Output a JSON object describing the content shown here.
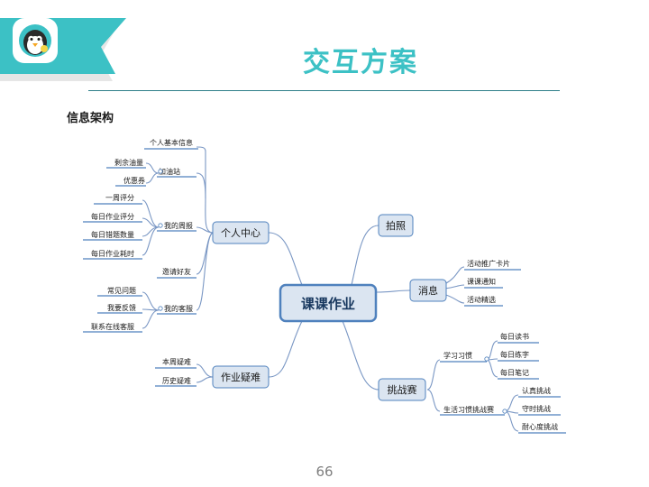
{
  "header": {
    "title": "交互方案",
    "section": "信息架构",
    "page_number": "66"
  },
  "mindmap": {
    "root": "课课作业",
    "nodes": {
      "personal_center": "个人中心",
      "basic_info": "个人基本信息",
      "gas_station": "加油站",
      "remaining_oil": "剩余油量",
      "coupon": "优惠券",
      "weekly_report": "我的周报",
      "weekly_score": "一周评分",
      "daily_hw_score": "每日作业评分",
      "daily_wrong_count": "每日错题数量",
      "daily_hw_time": "每日作业耗时",
      "invite_friends": "邀请好友",
      "customer_service": "我的客服",
      "faq": "常见问题",
      "feedback": "我要反馈",
      "contact_cs": "联系在线客服",
      "homework_doubts": "作业疑难",
      "this_week_doubts": "本周疑难",
      "history_doubts": "历史疑难",
      "photo": "拍照",
      "message": "消息",
      "promo_card": "活动推广卡片",
      "class_notice": "课课通知",
      "selected_events": "活动精选",
      "challenge": "挑战赛",
      "study_habits": "学习习惯",
      "daily_reading": "每日读书",
      "daily_writing": "每日练字",
      "daily_notes": "每日笔记",
      "life_habit_challenge": "生活习惯挑战赛",
      "recognize_challenge": "认真挑战",
      "punctual_challenge": "守时挑战",
      "patience_challenge": "耐心度挑战"
    }
  },
  "colors": {
    "brand_teal": "#3cc1c5",
    "node_fill": "#dbe5f1",
    "node_stroke": "#4f81bd",
    "connector": "#7a97c4",
    "root_text": "#17375e"
  },
  "icons": {
    "logo": "penguin-mascot-icon"
  }
}
